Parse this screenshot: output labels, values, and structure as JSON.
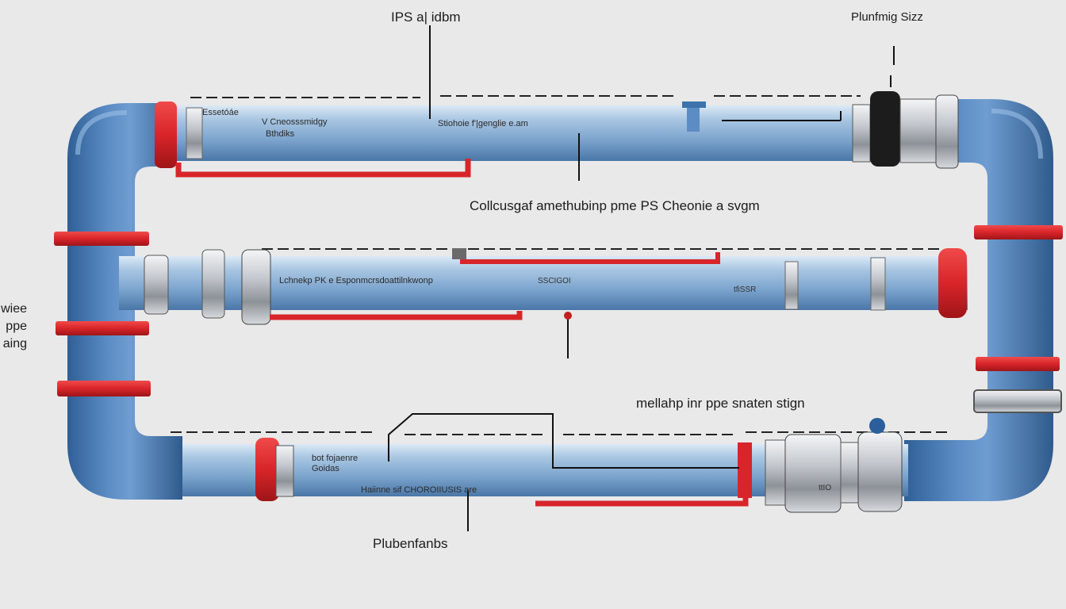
{
  "labels": {
    "top_center": "IPS a| idbm",
    "top_right": "Plunfmig Sizz",
    "row1_left_a": "Essetóáe",
    "row1_left_b": "Bthdiks",
    "row1_left_c": "V Cneosssmidgy",
    "row1_mid": "Stiohoie f'|genglie e.am",
    "middle_caption": "Collcusgaf amethubinp pme  PS Cheonie a svgm",
    "left_side": [
      "wiee",
      "ppe",
      "aing"
    ],
    "row2_left": "Lchnekp PK  e Esponmcrsdoattilnkwonp",
    "row2_mid": "SSCIGOI",
    "row2_right": "tfiSSR",
    "lower_caption": "mellahp inr ppe snaten stign",
    "row3_left_a": "bot fojaenre",
    "row3_left_b": "Goidas",
    "row3_mid": "Haiinne sif CHOROIIUSIS are",
    "bottom_caption": "Plubenfanbs",
    "fitting_mark": "ttIO"
  },
  "colors": {
    "pipe_blue": "#4d7fb8",
    "pipe_blue_light": "#a9c6e2",
    "pipe_red": "#d8252a",
    "steel": "#b8bcc2",
    "background": "#e9e9e9"
  }
}
